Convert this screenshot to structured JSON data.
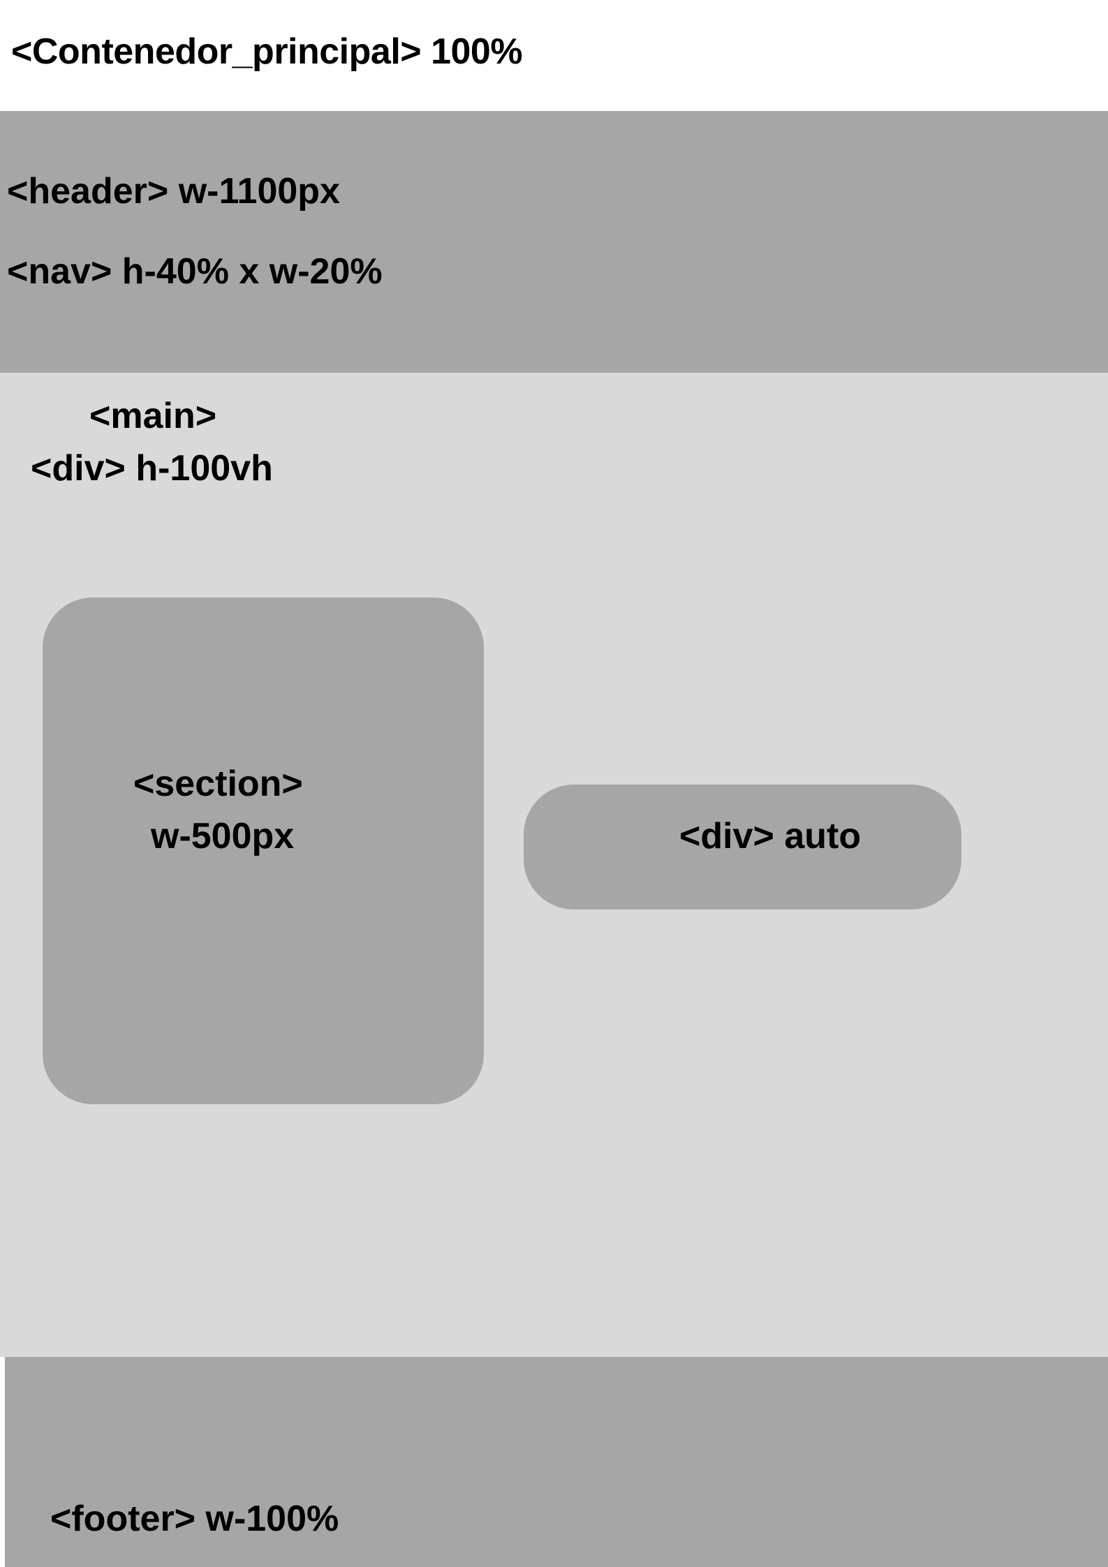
{
  "container": {
    "title": "<Contenedor_principal> 100%"
  },
  "header": {
    "label": "<header> w-1100px",
    "nav_label": "<nav> h-40% x w-20%"
  },
  "main": {
    "label": "<main>",
    "div_label": "<div> h-100vh",
    "section": {
      "label_line1": "<section>",
      "label_line2": "w-500px"
    },
    "auto_div": {
      "label": "<div> auto"
    }
  },
  "footer": {
    "label": "<footer> w-100%"
  },
  "colors": {
    "block_dark": "#a6a6a6",
    "block_light": "#d9d9d9",
    "background": "#ffffff",
    "text": "#000000"
  }
}
